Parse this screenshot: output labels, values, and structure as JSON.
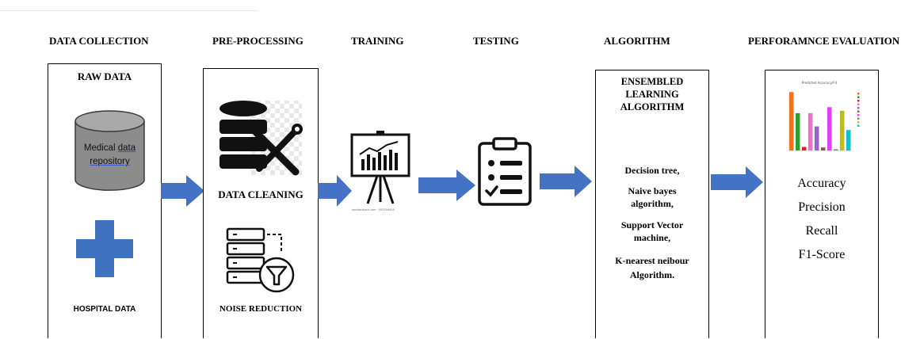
{
  "stages": {
    "data_collection": "DATA COLLECTION",
    "pre_processing": "PRE-PROCESSING",
    "training": "TRAINING",
    "testing": "TESTING",
    "algorithm": "ALGORITHM",
    "performance_evaluation": "PERFORAMNCE EVALUATION"
  },
  "data_collection_box": {
    "title": "RAW DATA",
    "db_label_1": "Medical",
    "db_label_link": "data",
    "db_label_2": "repository",
    "bottom_label": "HOSPITAL DATA"
  },
  "pre_processing_box": {
    "cleaning_label": "DATA CLEANING",
    "noise_label": "NOISE REDUCTION"
  },
  "training_caption": "shutterstock.com · 555294940",
  "algorithm_box": {
    "title": "ENSEMBLED LEARNING ALGORITHM",
    "items": [
      "Decision tree,",
      "Naive bayes algorithm,",
      "Support Vector machine,",
      "K-nearest neibour Algorithm."
    ]
  },
  "evaluation_box": {
    "chart_title": "Predicted Accuracy/F4",
    "metrics": [
      "Accuracy",
      "Precision",
      "Recall",
      "F1-Score"
    ]
  },
  "chart_data": {
    "type": "bar",
    "title": "Predicted Accuracy/F4",
    "values": [
      0.97,
      0.62,
      0.06,
      0.62,
      0.4,
      0.05,
      0.72,
      0.02,
      0.66,
      0.34
    ],
    "colors": [
      "#f2711c",
      "#2ca02c",
      "#d62728",
      "#e377c2",
      "#9467bd",
      "#8c564b",
      "#e040fb",
      "#7f7f7f",
      "#bcbd22",
      "#17becf"
    ],
    "ylim": [
      0,
      1
    ]
  },
  "colors": {
    "arrow": "#4472c4",
    "cross": "#3f72bf",
    "db_fill": "#8c8c8c"
  }
}
